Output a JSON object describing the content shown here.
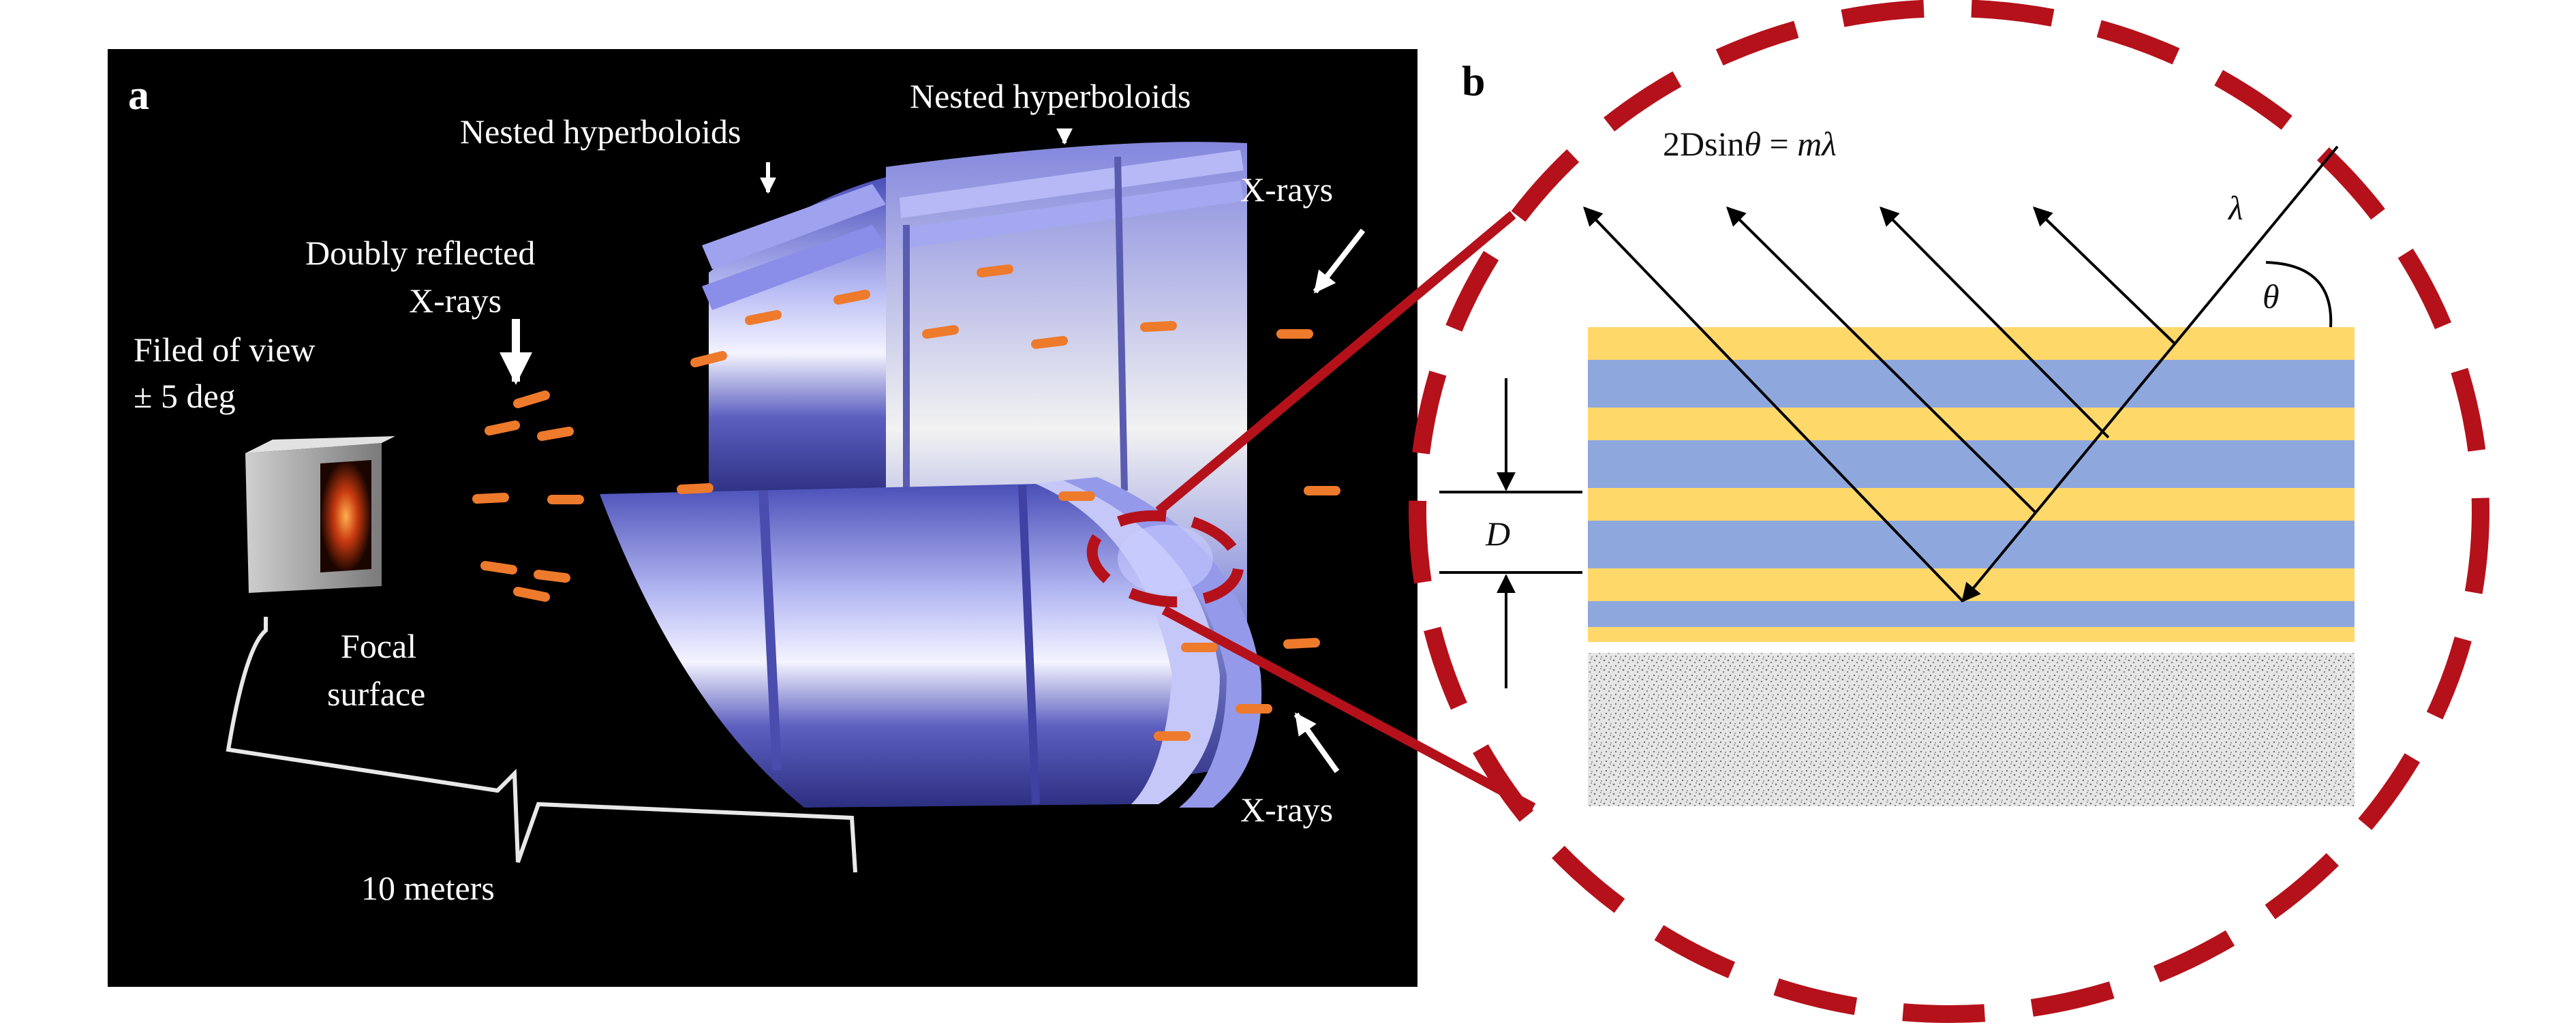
{
  "panel_a": {
    "letter": "a",
    "labels": {
      "nested_hyperboloids_left": "Nested hyperboloids",
      "nested_hyperboloids_right": "Nested hyperboloids",
      "doubly_reflected_1": "Doubly reflected",
      "doubly_reflected_2": "X-rays",
      "fov_1": "Filed of view",
      "fov_2": "± 5 deg",
      "xrays_top": "X-rays",
      "xrays_bottom": "X-rays",
      "focal_1": "Focal",
      "focal_2": "surface",
      "length": "10 meters"
    }
  },
  "panel_b": {
    "letter": "b",
    "equation": {
      "prefix": "2Dsin",
      "theta": "θ",
      "eq": " = ",
      "m": "m",
      "lambda": "λ"
    },
    "lambda_symbol": "λ",
    "theta_symbol": "θ",
    "d_symbol": "D"
  },
  "colors": {
    "background_a": "#000000",
    "shell_blue": "#7f83e6",
    "xray_orange": "#ee7a2c",
    "layer_yellow": "#ffd86a",
    "layer_blue": "#8ea8de",
    "substrate": "#dddddd",
    "dashed_red": "#b5111b"
  }
}
